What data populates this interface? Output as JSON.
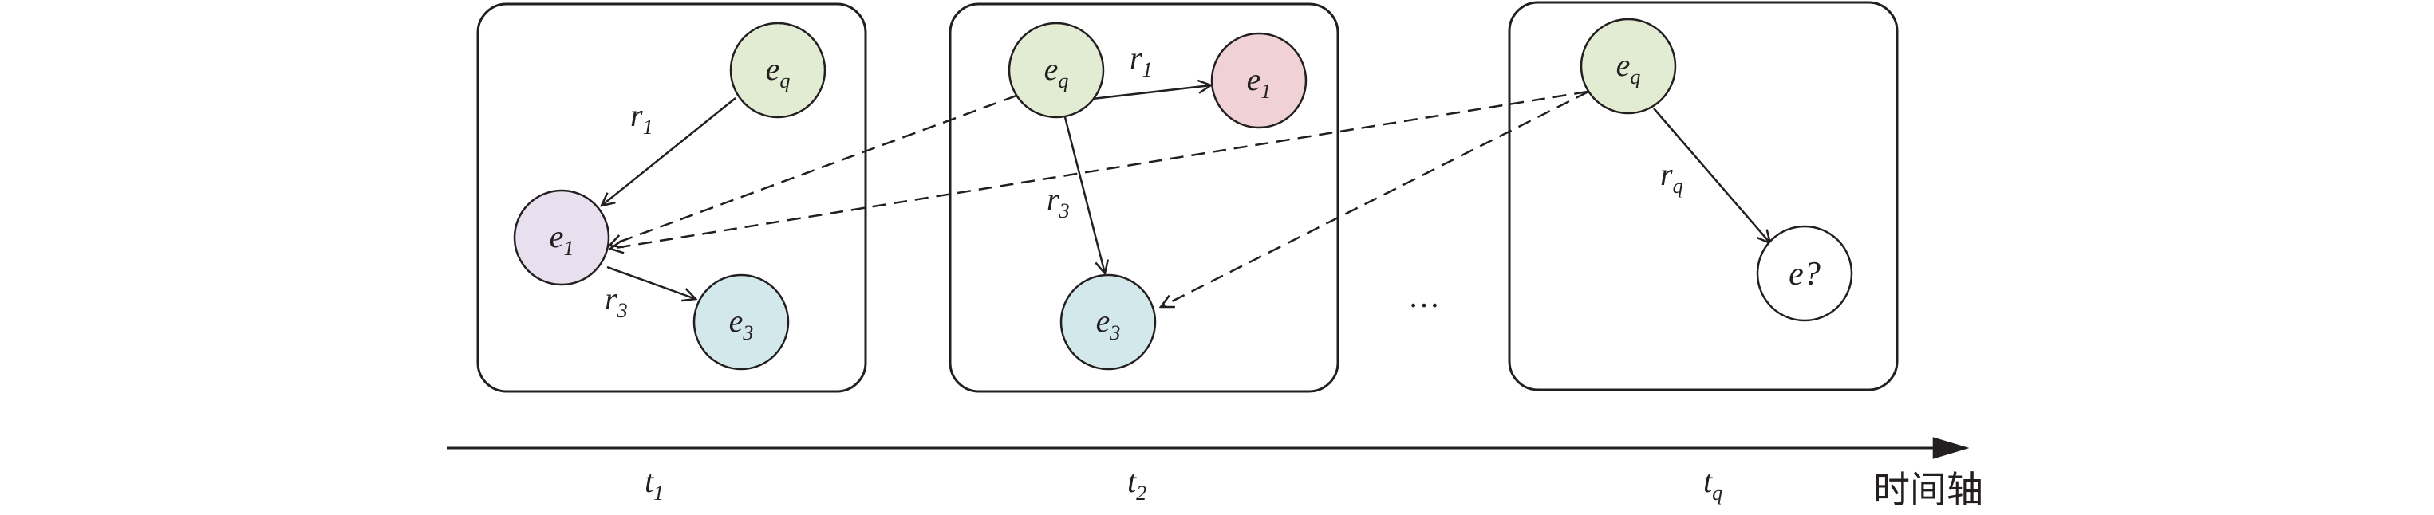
{
  "colors": {
    "eq": "#e2ecd2",
    "e1_purple": "#e8e0ee",
    "e1_pink": "#f0d1d5",
    "e3": "#d2e8ea",
    "unknown": "#ffffff",
    "ink": "#231f20"
  },
  "nodes": {
    "eq": {
      "letter": "e",
      "sub": "q"
    },
    "e1": {
      "letter": "e",
      "sub": "1"
    },
    "e3": {
      "letter": "e",
      "sub": "3"
    },
    "unknown": {
      "letter": "e",
      "suffix": "?"
    }
  },
  "relations": {
    "r1": {
      "letter": "r",
      "sub": "1"
    },
    "r3": {
      "letter": "r",
      "sub": "3"
    },
    "rq": {
      "letter": "r",
      "sub": "q"
    }
  },
  "ellipsis": "…",
  "timeline": {
    "t1": {
      "letter": "t",
      "sub": "1"
    },
    "t2": {
      "letter": "t",
      "sub": "2"
    },
    "tq": {
      "letter": "t",
      "sub": "q"
    },
    "axis_label": "时间轴"
  }
}
